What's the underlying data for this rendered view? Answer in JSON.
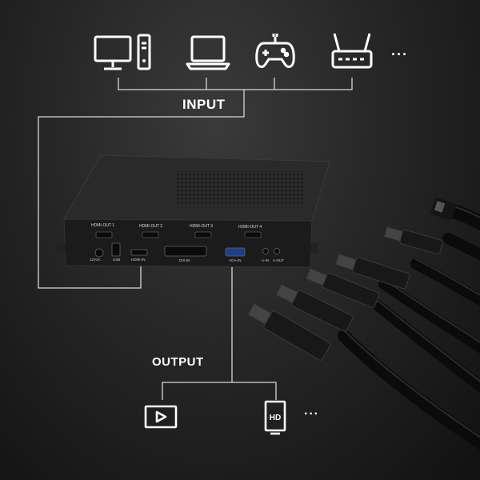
{
  "labels": {
    "input": "INPUT",
    "output": "OUTPUT"
  },
  "input_icons": [
    "desktop-pc-icon",
    "laptop-icon",
    "gamepad-icon",
    "router-icon"
  ],
  "output_icons": [
    "video-player-icon",
    "hd-display-icon"
  ],
  "more_glyph": "···",
  "device_ports": {
    "top_row": [
      "HDMI-OUT 1",
      "HDMI-OUT 2",
      "HDMI-OUT 3",
      "HDMI-OUT 4"
    ],
    "bottom_row": [
      "12V3A",
      "USB",
      "HDMI-IN",
      "DVI-IN",
      "VGA-IN",
      "A-IN",
      "A-OUT"
    ]
  },
  "colors": {
    "line": "#d8d8d8",
    "icon": "#ffffff",
    "device": "#1c1c1c"
  }
}
